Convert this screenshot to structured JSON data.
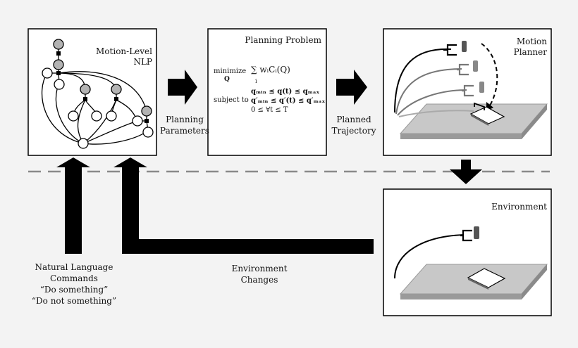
{
  "nlp_box": {
    "title_line1": "Motion-Level",
    "title_line2": "NLP"
  },
  "planning_box": {
    "title": "Planning Problem",
    "minimize_kw": "minimize",
    "minimize_var": "Q",
    "objective": "∑ wᵢCᵢ(Q)",
    "objective_index": "i",
    "subject_kw": "subject to",
    "constraint1": "qₘᵢₙ ≤ q(t) ≤ qₘₐₓ",
    "constraint2": "q′ₘᵢₙ ≤ q′(t) ≤ q′ₘₐₓ",
    "constraint3": "0 ≤ ∀t ≤ T"
  },
  "motion_box": {
    "title_line1": "Motion",
    "title_line2": "Planner"
  },
  "environment_box": {
    "title": "Environment"
  },
  "labels": {
    "planning_params_1": "Planning",
    "planning_params_2": "Parameters",
    "planned_traj_1": "Planned",
    "planned_traj_2": "Trajectory",
    "nl_cmd_1": "Natural Language",
    "nl_cmd_2": "Commands",
    "nl_cmd_3": "“Do something”",
    "nl_cmd_4": "“Do not something”",
    "env_changes_1": "Environment",
    "env_changes_2": "Changes"
  },
  "colors": {
    "background": "#f3f3f3",
    "box_fill": "#ffffff",
    "arrow": "#000000",
    "dashed_divider": "#8a8a8a",
    "node_gray": "#b3b3b3",
    "table_top": "#c8c8c8",
    "table_side": "#9a9a9a"
  }
}
